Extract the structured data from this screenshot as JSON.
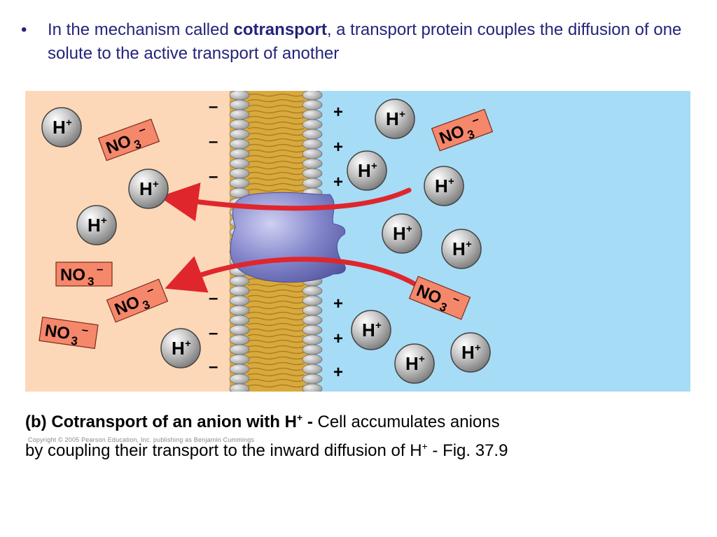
{
  "bullet": {
    "symbol": "•",
    "prefix": "In the mechanism called ",
    "emphasis": "cotransport",
    "suffix": ", a transport protein couples the diffusion of one solute to the active transport of another"
  },
  "diagram": {
    "h_ion": {
      "base": "H",
      "sup": "+"
    },
    "nitrate_ion": {
      "base": "NO",
      "sub": "3",
      "sup": "–"
    },
    "minus_sign": "–",
    "plus_sign": "+",
    "colors": {
      "outside_bg": "#fcd8b8",
      "inside_bg": "#a6dcf6",
      "membrane": "#d8a93c",
      "lipid_head": "#a9a9a9",
      "protein": "#7d7fc4",
      "arrow": "#e0262d",
      "nitrate_fill": "#f5876b",
      "ion_sphere": "#b8b8b8"
    }
  },
  "caption": {
    "bold_part": "(b) Cotransport of an anion with H",
    "bold_sup": "+",
    "bold_dash": " -",
    "line1_rest": " Cell accumulates anions",
    "line2_part1": "by coupling their transport to the inward diffusion of H",
    "line2_sup": "+",
    "line2_part2": " - Fig. 37.9"
  },
  "copyright": "Copyright © 2005 Pearson Education, Inc. publishing as Benjamin Cummings"
}
